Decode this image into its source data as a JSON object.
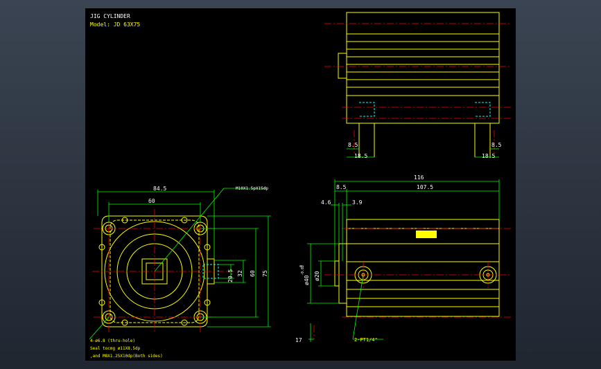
{
  "title_block": {
    "title": "JIG CYLINDER",
    "model": "Model: JD 63X75"
  },
  "colors": {
    "background": "#000000",
    "outline": "#ffff00",
    "dimension": "#00ff00",
    "centerline": "#ff0000",
    "hidden": "#00ffff",
    "label_text": "#ffffff"
  },
  "front_view": {
    "dim_overall_width": "84.5",
    "dim_hole_pitch": "60",
    "thread_note": "M10X1.5pX15dp",
    "dim_port_1": "20.5",
    "dim_port_2": "32",
    "dim_hole_pitch_v": "60",
    "dim_overall_height": "75",
    "note_line_1": "4-ø6.8 (thru-hole)",
    "note_line_2": "Seal tocmg ø11X8.5dp",
    "note_line_3": ",and M8X1.25X10dp(Both sides)"
  },
  "side_view": {
    "dim_total_length": "116",
    "dim_front": "8.5",
    "dim_body": "107.5",
    "dim_rod_1": "4.6",
    "dim_rod_2": "3.9",
    "dim_rod_dia": "ø40",
    "dim_rod_tol": "-0.02",
    "dim_rod_tol2": "0",
    "dim_boss_dia": "ø20",
    "dim_port_offset": "17",
    "port_note": "2-PT1/4\""
  },
  "top_view": {
    "dim_left_small": "8.5",
    "dim_left_large": "18.5",
    "dim_right_small": "8.5",
    "dim_right_large": "18.5"
  }
}
